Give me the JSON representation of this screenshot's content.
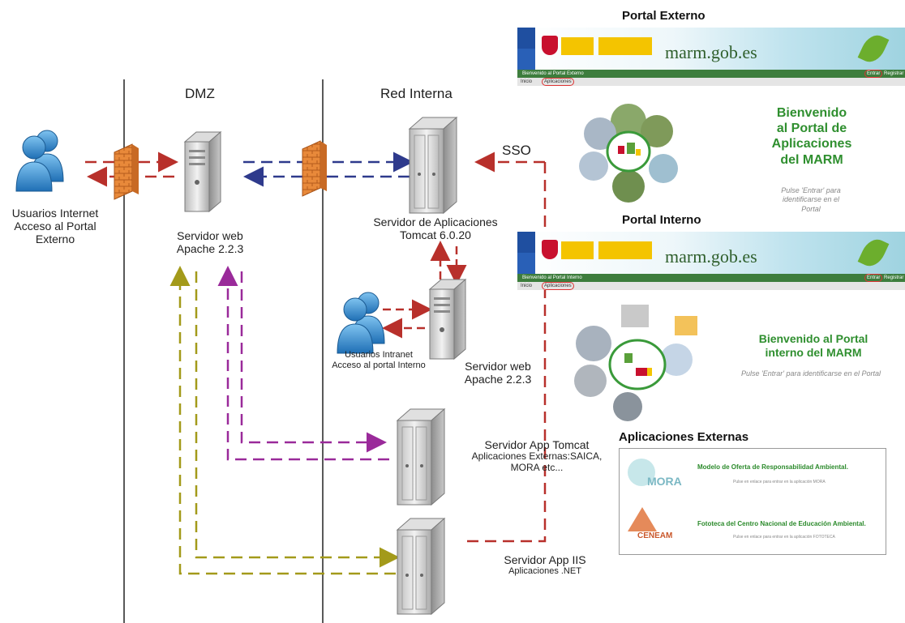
{
  "zones": {
    "dmz": "DMZ",
    "internal": "Red Interna"
  },
  "sso_label": "SSO",
  "nodes": {
    "internet_users": [
      "Usuarios Internet",
      "Acceso al Portal",
      "Externo"
    ],
    "web_dmz": [
      "Servidor web",
      "Apache 2.2.3"
    ],
    "app_server": [
      "Servidor de Aplicaciones",
      "Tomcat 6.0.20"
    ],
    "intranet_users": [
      "Usuarios Intranet",
      "Acceso al portal Interno"
    ],
    "web_internal": [
      "Servidor web",
      "Apache 2.2.3"
    ],
    "app_tomcat": [
      "Servidor App Tomcat",
      "Aplicaciones Externas:SAICA,",
      "MORA etc..."
    ],
    "app_iis": [
      "Servidor App IIS",
      "Aplicaciones .NET"
    ]
  },
  "portal_externo": {
    "title": "Portal Externo",
    "brand": "marm.gob.es",
    "nav_left": "Bienvenido al Portal Externo",
    "nav_right_1": "Entrar",
    "nav_right_2": "Registrar",
    "sub_1": "Inicio",
    "sub_2": "Aplicaciones",
    "welcome": [
      "Bienvenido",
      "al Portal de",
      "Aplicaciones",
      "del MARM"
    ],
    "hint": [
      "Pulse 'Entrar' para",
      "identificarse en el",
      "Portal"
    ]
  },
  "portal_interno": {
    "title": "Portal Interno",
    "brand": "marm.gob.es",
    "nav_left": "Bienvenido al Portal Interno",
    "nav_right_1": "Entrar",
    "nav_right_2": "Registrar",
    "sub_1": "Inicio",
    "sub_2": "Aplicaciones",
    "welcome": [
      "Bienvenido al Portal",
      "interno del MARM"
    ],
    "hint": "Pulse 'Entrar' para identificarse en el Portal"
  },
  "aplicaciones_externas": {
    "title": "Aplicaciones Externas",
    "mora": {
      "logo": "MORA",
      "title": "Modelo de Oferta de Responsabilidad Ambiental.",
      "sub": "Pulse en enlace para entrar en la aplicación MORA"
    },
    "ceneam": {
      "logo": "CENEAM",
      "title": "Fototeca del Centro Nacional de Educación Ambiental.",
      "sub": "Pulse en enlace para entrar en la aplicación FOTOTECA"
    }
  },
  "colors": {
    "red": "#b8302b",
    "navy": "#2e3a8c",
    "purple": "#9a2a9a",
    "olive": "#a39a1a",
    "green_text": "#2f8f2f"
  },
  "icons": [
    "users-icon",
    "firewall-icon",
    "server-icon",
    "banner-flag-icon"
  ]
}
